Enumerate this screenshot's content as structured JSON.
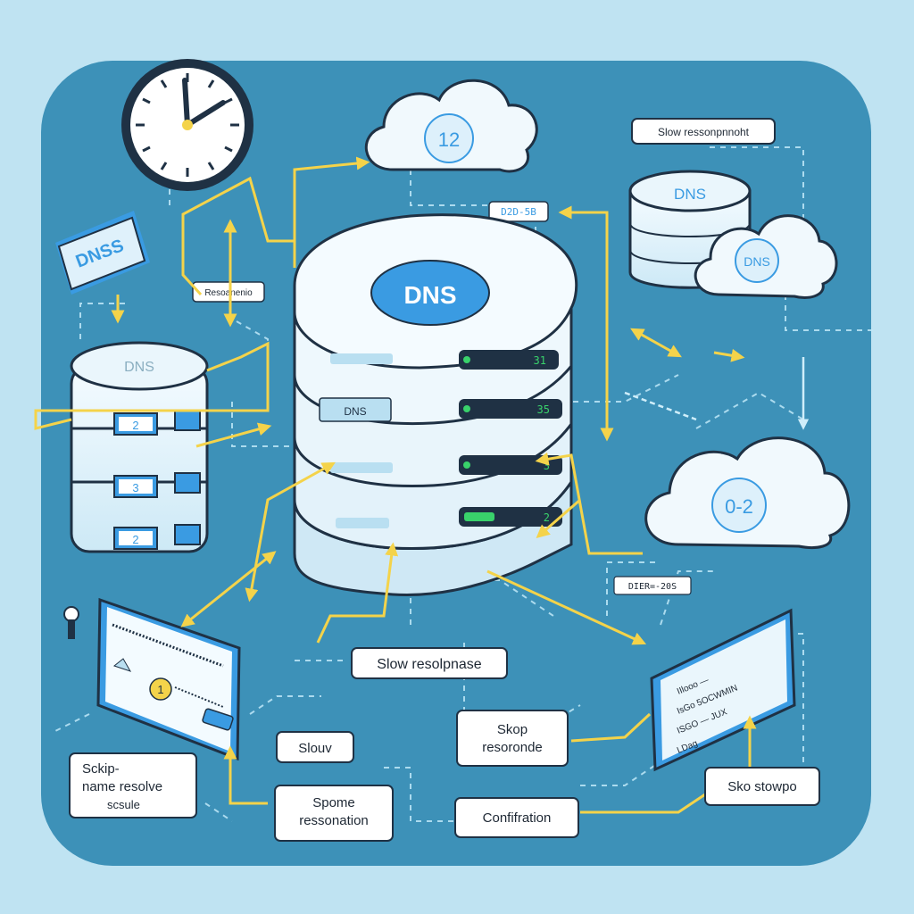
{
  "colors": {
    "page_bg": "#bfe3f2",
    "panel_bg": "#3d91b8",
    "device_fill": "#eaf6fc",
    "device_dark": "#b9dff1",
    "accent_blue": "#3a9be2",
    "arrow_yellow": "#f4d34a",
    "led_green": "#39d26b",
    "label_bg": "#ffffff",
    "label_text": "#1d2733"
  },
  "server": {
    "badge": "DNS",
    "slot_label": "DNS",
    "readouts": [
      "31",
      "35",
      "3",
      "2"
    ]
  },
  "left_stack": {
    "top_label": "DNS",
    "slot_numbers": [
      "2",
      "3",
      "2"
    ]
  },
  "right_stack": {
    "top_label": "DNS",
    "cloud_label": "DNS"
  },
  "clouds": {
    "top": "12",
    "right": "0-2"
  },
  "labels": {
    "dnss_tag": "DNSS",
    "resource_tag": "Resoanenio",
    "code_tag": "D2D-5B",
    "top_right": "Slow ressonpnnoht",
    "bottom_code": "DIER=-20S",
    "slow_response": "Slow resolpnase",
    "slow": "Slouv",
    "skop": [
      "Skop",
      "resoronde"
    ],
    "sckip": [
      "Sckip-",
      "name resolve",
      "scsule"
    ],
    "spome": [
      "Spome",
      "ressonation"
    ],
    "confirmation": "Confifration",
    "sko": "Sko stowpo"
  },
  "right_monitor_lines": [
    "IIlooo —",
    "IsGo 5OCWMIN",
    "ISGO — JUX",
    "LDag"
  ],
  "left_monitor_badge": "1"
}
